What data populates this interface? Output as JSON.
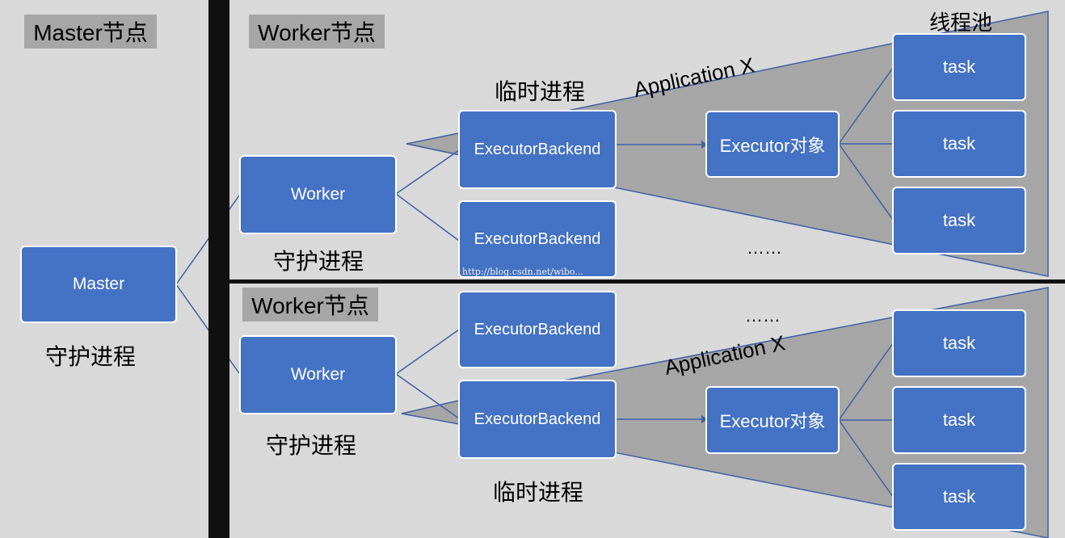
{
  "colors": {
    "background": "#d9d9d9",
    "box_fill": "#4472c4",
    "box_border": "#ffffff",
    "tag_fill": "#a6a6a6",
    "funnel_fill": "#a6a6a6",
    "line": "#3f5fa8",
    "divider": "#111111"
  },
  "master_section": {
    "tag": "Master节点",
    "master_box": "Master",
    "daemon_label": "守护进程"
  },
  "worker_top": {
    "tag": "Worker节点",
    "worker_box": "Worker",
    "daemon_label": "守护进程",
    "temp_process_label": "临时进程",
    "executor_backend_1": "ExecutorBackend",
    "executor_backend_2": "ExecutorBackend",
    "application_label": "Application X",
    "executor_box": "Executor对象",
    "thread_pool_label": "线程池",
    "tasks": [
      "task",
      "task",
      "task"
    ],
    "ellipsis": "……"
  },
  "worker_bottom": {
    "tag": "Worker节点",
    "worker_box": "Worker",
    "daemon_label": "守护进程",
    "temp_process_label": "临时进程",
    "executor_backend_1": "ExecutorBackend",
    "executor_backend_2": "ExecutorBackend",
    "application_label": "Application X",
    "executor_box": "Executor对象",
    "tasks": [
      "task",
      "task",
      "task"
    ],
    "ellipsis": "……"
  },
  "watermark": "http://blog.csdn.net/wibo..."
}
